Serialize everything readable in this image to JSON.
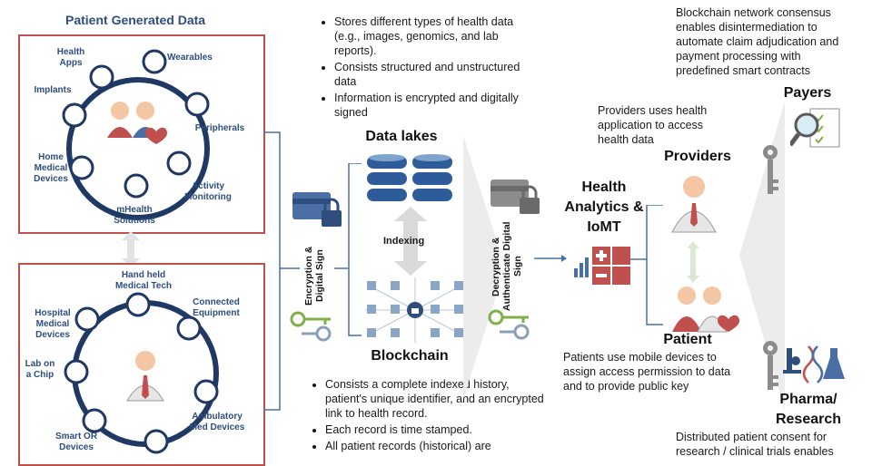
{
  "left": {
    "title": "Patient Generated Data",
    "top_devices": [
      "Health Apps",
      "Wearables",
      "Implants",
      "Peripherals",
      "Home Medical Devices",
      "Activity Monitoring",
      "mHealth Solutions"
    ],
    "bottom_devices": [
      "Hand held Medical Tech",
      "Connected Equipment",
      "Hospital Medical Devices",
      "Lab on a Chip",
      "Ambulatory Med Devices",
      "Smart OR Devices"
    ]
  },
  "data_lakes": {
    "bullets": [
      "Stores different types of health data (e.g., images, genomics, and lab reports).",
      "Consists structured and unstructured data",
      "Information is encrypted and digitally signed"
    ],
    "title": "Data lakes",
    "indexing": "Indexing"
  },
  "encrypt_label": "Encryption & Digital Sign",
  "decrypt_label": "Decryption & Authenticate Digital Sign",
  "blockchain": {
    "title": "Blockchain",
    "bullets": [
      "Consists a complete indexed history, patient's unique identifier, and an encrypted link to health record.",
      "Each record is time stamped.",
      "All patient records (historical) are"
    ]
  },
  "analytics_title": "Health Analytics & IoMT",
  "providers": {
    "note": "Providers uses health application to access health data",
    "title": "Providers"
  },
  "patient": {
    "title": "Patient",
    "note": "Patients use mobile devices to assign access permission to data and to provide public key"
  },
  "payers": {
    "note": "Blockchain network consensus enables disintermediation to automate claim adjudication and payment processing with predefined smart contracts",
    "title": "Payers"
  },
  "pharma": {
    "title": "Pharma/ Research",
    "note": "Distributed patient consent for research / clinical trials enables"
  },
  "colors": {
    "accent_blue": "#2e4e7e",
    "box_red": "#c0504d",
    "ring_navy": "#1f3864",
    "icon_blue": "#4a6fa5",
    "light_gray": "#d9d9d9"
  }
}
